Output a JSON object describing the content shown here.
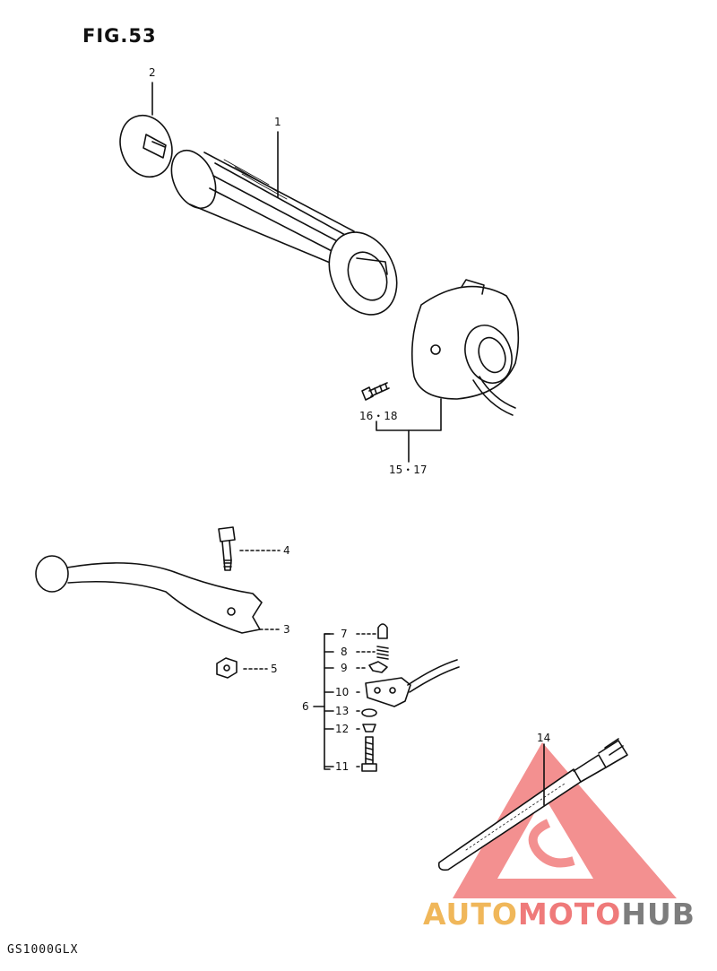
{
  "figure_title": "FIG.53",
  "model_code": "GS1000GLX",
  "callouts": {
    "c1": "1",
    "c2": "2",
    "c3": "3",
    "c4": "4",
    "c5": "5",
    "c6": "6",
    "c7": "7",
    "c8": "8",
    "c9": "9",
    "c10": "10",
    "c11": "11",
    "c12": "12",
    "c13": "13",
    "c14": "14",
    "c16_18": "16・18",
    "c15_17": "15・17"
  },
  "watermark": {
    "part1": "AUTO",
    "part2": "MOTO",
    "part3": "HUB"
  },
  "colors": {
    "watermark_red": "#ef6c6c",
    "watermark_orange": "#f0b75a",
    "watermark_gray": "#7d7d7d"
  }
}
